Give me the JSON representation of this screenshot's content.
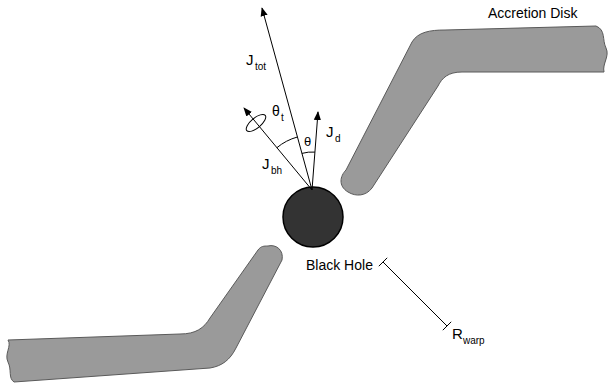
{
  "diagram": {
    "labels": [
      "Accretion Disk",
      "J",
      "tot",
      "θ",
      "t",
      "θ",
      "J",
      "d",
      "J",
      "bh",
      "R",
      "warp",
      "Black Hole"
    ]
  }
}
